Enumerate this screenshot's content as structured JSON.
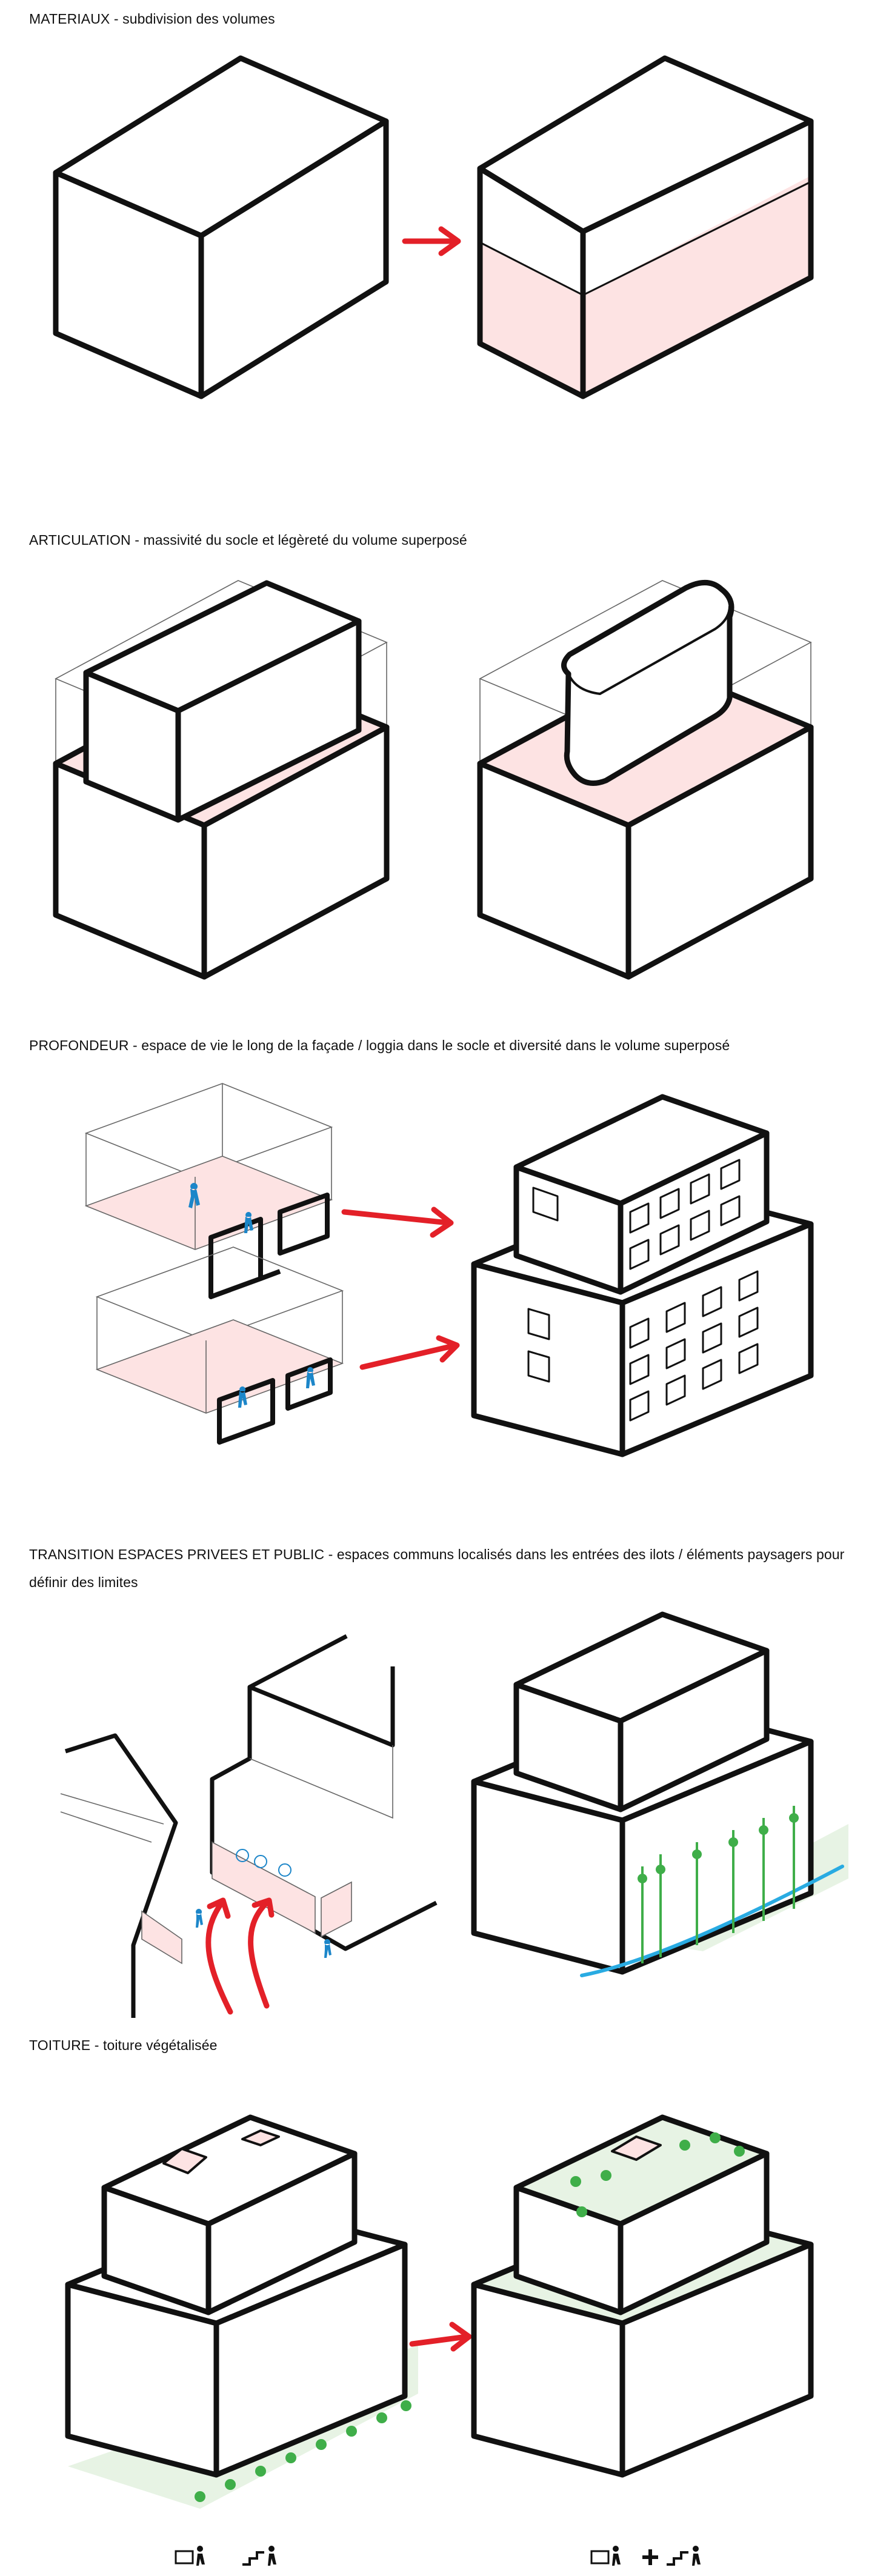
{
  "sections": [
    {
      "id": "materiaux",
      "heading": "MATERIAUX - subdivision des volumes"
    },
    {
      "id": "articulation",
      "heading": "ARTICULATION - massivité du socle et légèreté du volume superposé"
    },
    {
      "id": "profondeur",
      "heading": "PROFONDEUR - espace de vie le long de la façade / loggia dans le socle et diversité dans le volume superposé"
    },
    {
      "id": "transition",
      "heading_line1": "TRANSITION ESPACES PRIVEES ET PUBLIC - espaces communs localisés dans les entrées des ilots / éléments paysagers pour",
      "heading_line2": "définir des limites"
    },
    {
      "id": "toiture",
      "heading": "TOITURE - toiture végétalisée"
    }
  ],
  "colors": {
    "line": "#111111",
    "pink_fill": "#fde3e3",
    "arrow_red": "#e32028",
    "person_blue": "#1c86c9",
    "vegetation_green": "#3fae49",
    "path_blue": "#29abe2",
    "green_fill": "#e7f3e4"
  },
  "legend": {
    "left_icons": [
      "roof-terrace-person-icon",
      "stairs-person-icon"
    ],
    "right_icons": [
      "roof-terrace-person-icon",
      "plus-icon",
      "stairs-person-icon"
    ]
  }
}
